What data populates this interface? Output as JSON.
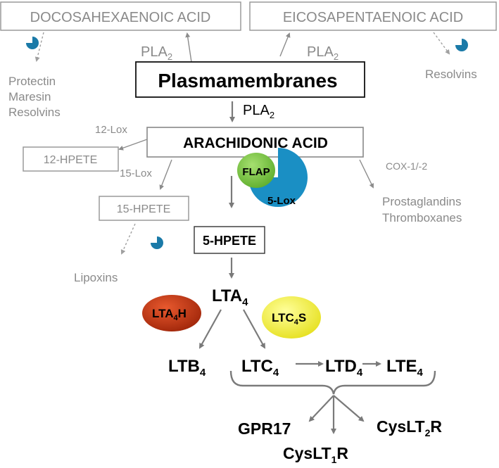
{
  "boxes": {
    "dha": "DOCOSAHEXAENOIC ACID",
    "epa": "EICOSAPENTAENOIC ACID",
    "plasmamembranes": "Plasmamembranes",
    "arachidonic": "ARACHIDONIC ACID",
    "hpete12": "12-HPETE",
    "hpete15": "15-HPETE",
    "hpete5": "5-HPETE"
  },
  "labels": {
    "pla2_base": "PLA",
    "pla2_sub": "2",
    "lox12": "12-Lox",
    "lox15": "15-Lox",
    "cox": "COX-1/-2",
    "protectin": "Protectin",
    "maresin": "Maresin",
    "resolvins_left": "Resolvins",
    "resolvins_right": "Resolvins",
    "prostaglandins": "Prostaglandins",
    "thromboxanes": "Thromboxanes",
    "lipoxins": "Lipoxins"
  },
  "enzymes": {
    "flap": "FLAP",
    "lox5": "5-Lox",
    "lta4h_base": "LTA",
    "lta4h_sub": "4",
    "lta4h_suffix": "H",
    "ltc4s_base": "LTC",
    "ltc4s_sub": "4",
    "ltc4s_suffix": "S"
  },
  "leukotrienes": {
    "lta4_base": "LTA",
    "lta4_sub": "4",
    "ltb4_base": "LTB",
    "ltb4_sub": "4",
    "ltc4_base": "LTC",
    "ltc4_sub": "4",
    "ltd4_base": "LTD",
    "ltd4_sub": "4",
    "lte4_base": "LTE",
    "lte4_sub": "4"
  },
  "receptors": {
    "gpr17": "GPR17",
    "cyslt1_base": "CysLT",
    "cyslt1_sub": "1",
    "cyslt1_suffix": "R",
    "cyslt2_base": "CysLT",
    "cyslt2_sub": "2",
    "cyslt2_suffix": "R"
  },
  "colors": {
    "flap": "#7ac943",
    "lox5": "#1a8fc4",
    "lta4h": "#c8330f",
    "ltc4s": "#f2f230",
    "wedge": "#1a7aa8",
    "gray_text": "#8a8a8a"
  }
}
